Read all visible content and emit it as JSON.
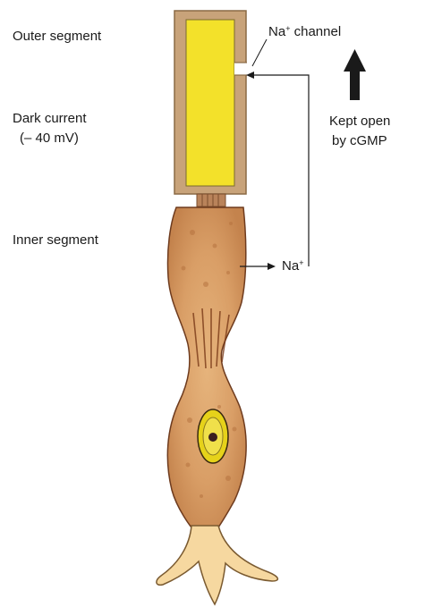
{
  "labels": {
    "outer_segment": "Outer segment",
    "dark_current_line1": "Dark current",
    "dark_current_line2": "(– 40 mV)",
    "inner_segment": "Inner segment",
    "na_channel_symbol": "Na",
    "na_channel_charge": "+",
    "na_channel_word": "channel",
    "kept_open_line1": "Kept open",
    "kept_open_line2": "by cGMP",
    "na_ion_symbol": "Na",
    "na_ion_charge": "+"
  },
  "colors": {
    "outer_frame": "#c8a37a",
    "outer_fill": "#f3e12a",
    "inner_cell": "#d9a06a",
    "inner_cell_dark": "#a0552c",
    "nucleus_ring": "#e6d21a",
    "nucleus_dot": "#3a1f1f",
    "synaptic_terminal": "#f6d8a0",
    "arrow": "#1a1a1a"
  }
}
